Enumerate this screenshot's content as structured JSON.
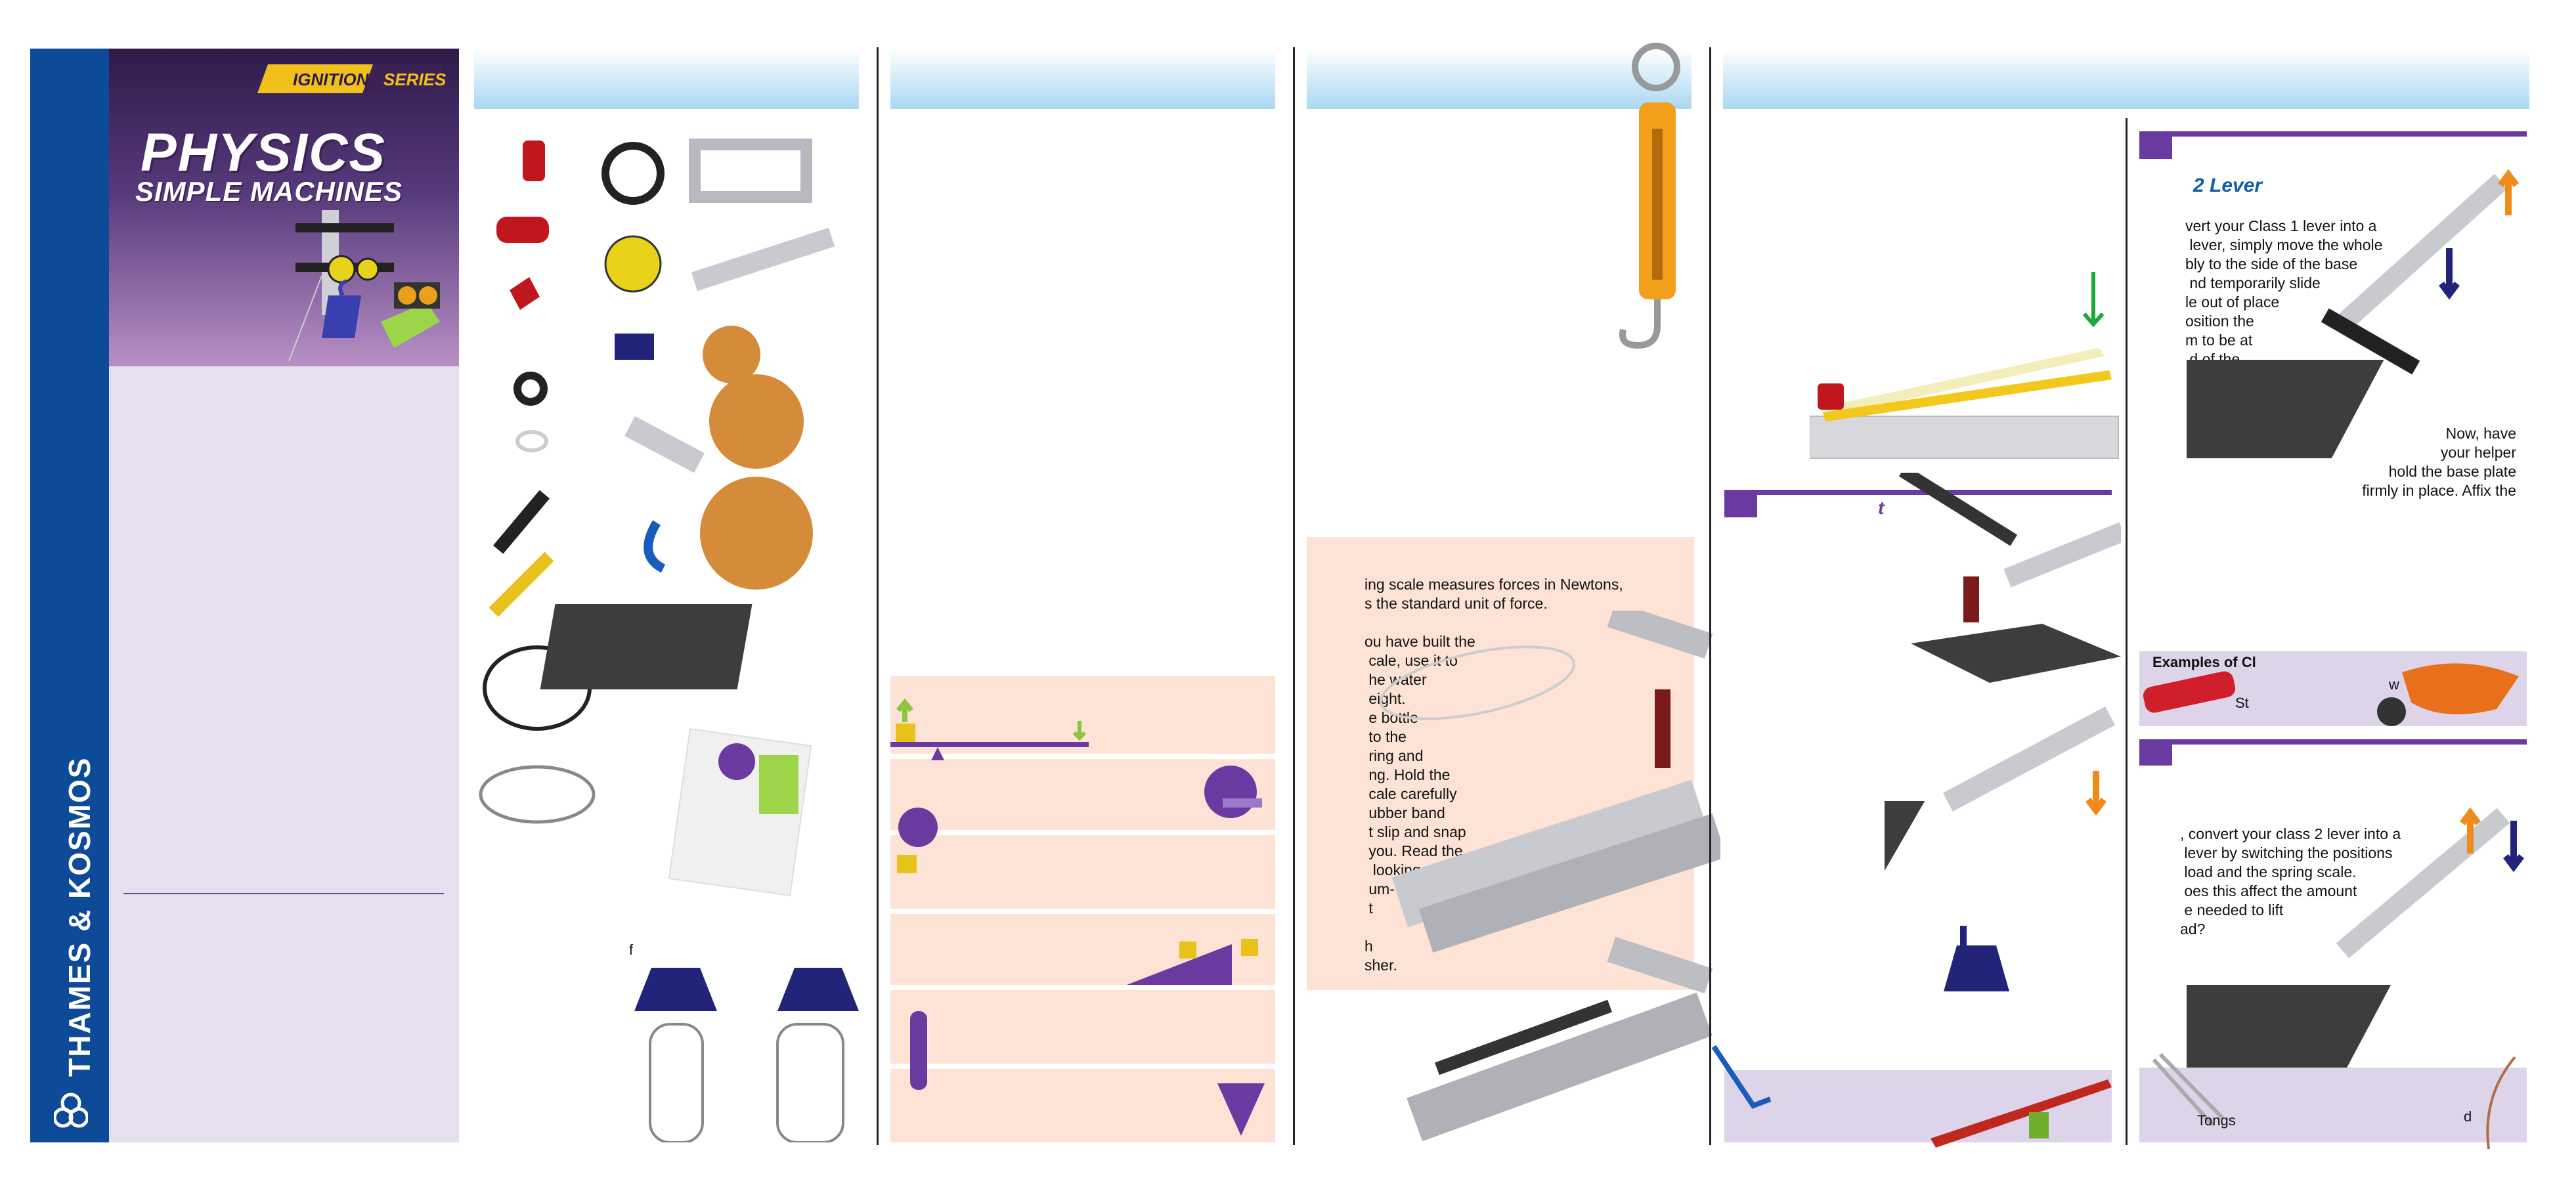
{
  "cover": {
    "series_word1": "IGNITION",
    "series_word2": "SERIES",
    "title": "PHYSICS",
    "subtitle": "SIMPLE MACHINES",
    "brand": "THAMES & KOSMOS"
  },
  "panel2": {
    "note_f": "f"
  },
  "panel4": {
    "spring_scale_text": "ing scale measures forces in Newtons,\ns the standard unit of force.\n\nou have built the\n cale, use it to\n he water\n eight.\n e bottle\n to the\n ring and\n ng. Hold the\n cale carefully\n ubber band\n t slip and snap\n you. Read the\n  looking\n um-\n t\n\nh\nsher.",
    "label_t": "t"
  },
  "panel6": {
    "class2_title": "2 Lever",
    "class2_text": "vert your Class 1 lever into a\n lever, simply move the whole\nbly to the side of the base\n nd temporarily slide\nle out of place\nosition the\nm to be at\n d of the",
    "helper_text": "Now, have\nyour helper\nhold the base plate\nfirmly in place. Affix the",
    "examples_title": "Examples of Cl",
    "example_st": "St",
    "example_w": "w",
    "class3_text": ", convert your class 2 lever into a\n lever by switching the positions\n load and the spring scale.\n oes this affect the amount\n e needed to lift\nad?",
    "tongs_label": "Tongs",
    "label_d": "d"
  },
  "colors": {
    "brand_blue": "#0d4a98",
    "cover_purple": "#56397a",
    "accent_purple": "#6a3aa0",
    "peach": "#fde3d5",
    "lavender": "#ded4ea",
    "title_blue": "#0d5fa8"
  }
}
